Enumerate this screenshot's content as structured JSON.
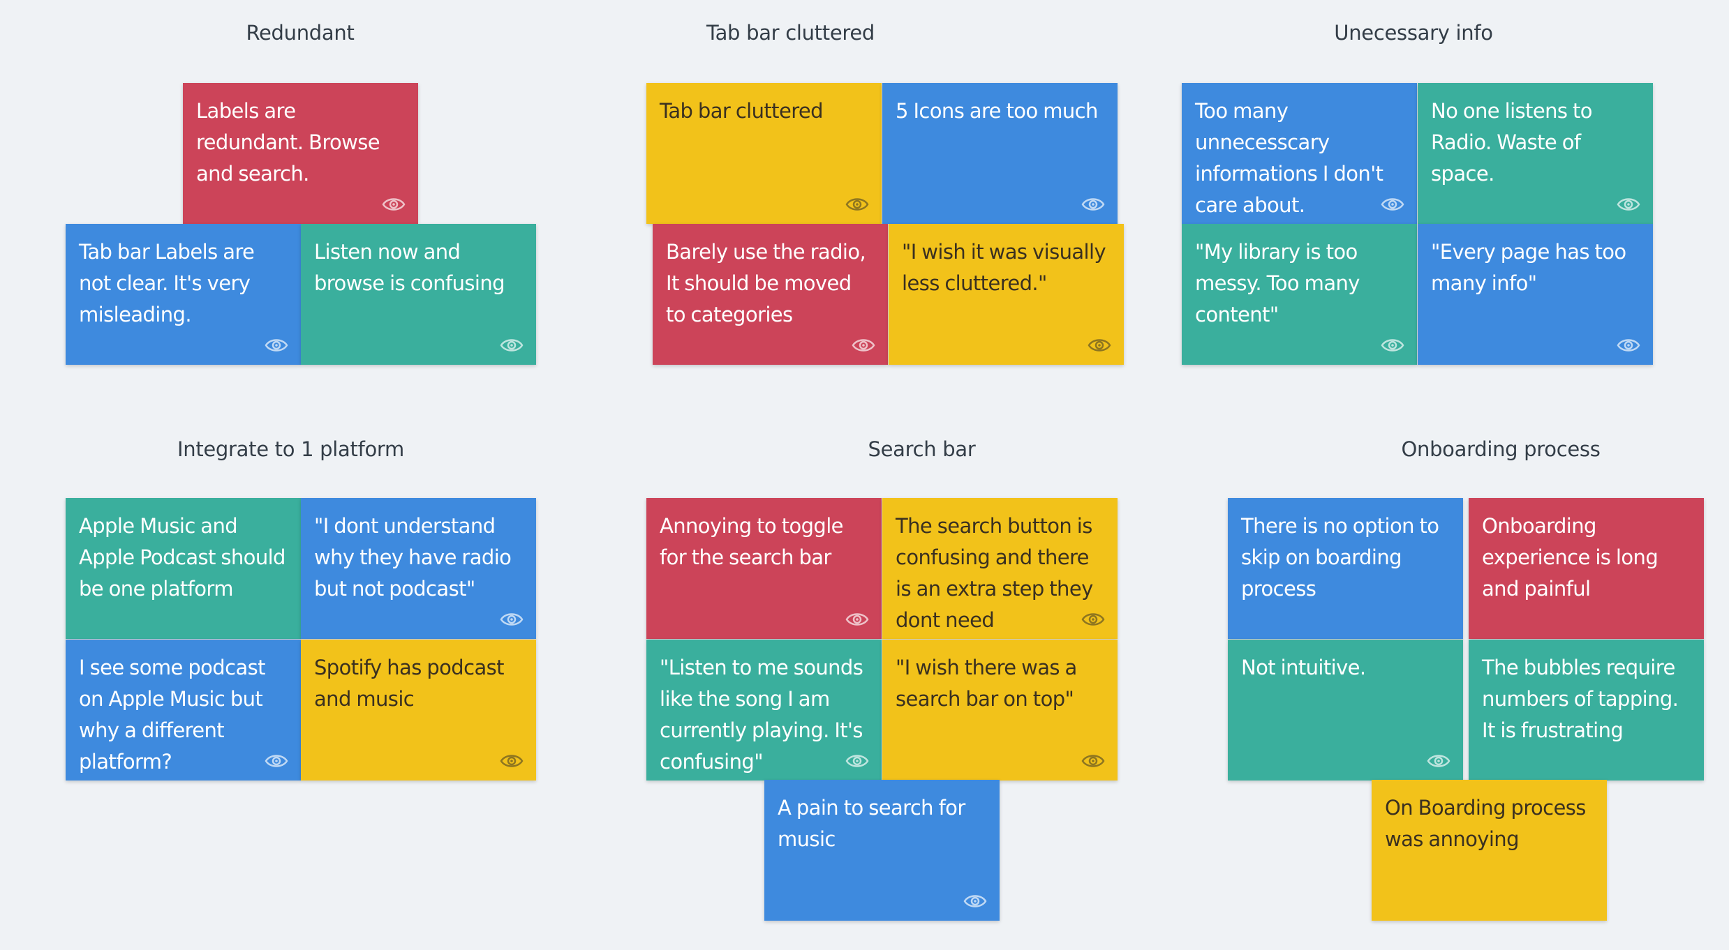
{
  "colors": {
    "red": "#cc4459",
    "blue": "#3e8ade",
    "green": "#3aaf9d",
    "yellow": "#f2c21a",
    "background": "#eff2f5"
  },
  "icon": "eye-icon",
  "clusters": {
    "redundant": {
      "title": "Redundant",
      "notes": [
        {
          "color": "red",
          "text": "Labels are redundant. Browse and search.",
          "icon": true
        },
        {
          "color": "blue",
          "text": "Tab bar Labels are not clear. It's very misleading.",
          "icon": true
        },
        {
          "color": "green",
          "text": "Listen now and browse is confusing",
          "icon": true
        }
      ]
    },
    "tab_bar": {
      "title": "Tab bar cluttered",
      "notes": [
        {
          "color": "yellow",
          "text": "Tab bar cluttered",
          "icon": true
        },
        {
          "color": "blue",
          "text": "5 Icons are too much",
          "icon": true
        },
        {
          "color": "red",
          "text": "Barely use the radio, It should be moved to categories",
          "icon": true
        },
        {
          "color": "yellow",
          "text": "\"I wish it was visually less cluttered.\"",
          "icon": true
        }
      ]
    },
    "unnecessary": {
      "title": "Unecessary info",
      "notes": [
        {
          "color": "blue",
          "text": "Too many unnecesscary informations I don't care about.",
          "icon": true
        },
        {
          "color": "green",
          "text": "No one listens to Radio. Waste of space.",
          "icon": true
        },
        {
          "color": "green",
          "text": "\"My library is too messy. Too many  content\"",
          "icon": true
        },
        {
          "color": "blue",
          "text": "\"Every page has too many info\"",
          "icon": true
        }
      ]
    },
    "integrate": {
      "title": "Integrate to 1 platform",
      "notes": [
        {
          "color": "green",
          "text": "Apple Music and Apple Podcast should be one platform",
          "icon": false
        },
        {
          "color": "blue",
          "text": "\"I dont understand why they have radio but not podcast\"",
          "icon": true
        },
        {
          "color": "blue",
          "text": "I see some podcast on Apple Music but why a different platform?",
          "icon": true
        },
        {
          "color": "yellow",
          "text": "Spotify has podcast and music",
          "icon": true
        }
      ]
    },
    "search_bar": {
      "title": "Search bar",
      "notes": [
        {
          "color": "red",
          "text": "Annoying to toggle for the search bar",
          "icon": true
        },
        {
          "color": "yellow",
          "text": "The search button is confusing and there is an extra step they dont need",
          "icon": true
        },
        {
          "color": "green",
          "text": "\"Listen to me sounds like the song I am currently playing. It's confusing\"",
          "icon": true
        },
        {
          "color": "yellow",
          "text": "\"I wish there was a search bar on top\"",
          "icon": true
        },
        {
          "color": "blue",
          "text": "A pain to search for music",
          "icon": true
        }
      ]
    },
    "onboarding": {
      "title": "Onboarding process",
      "notes": [
        {
          "color": "blue",
          "text": "There is no option to skip on boarding process",
          "icon": false
        },
        {
          "color": "red",
          "text": "Onboarding experience is long and painful",
          "icon": false
        },
        {
          "color": "green",
          "text": "Not intuitive.",
          "icon": true
        },
        {
          "color": "green",
          "text": "The bubbles require numbers of tapping. It is frustrating",
          "icon": false
        },
        {
          "color": "yellow",
          "text": "On Boarding process was annoying",
          "icon": false
        }
      ]
    }
  }
}
